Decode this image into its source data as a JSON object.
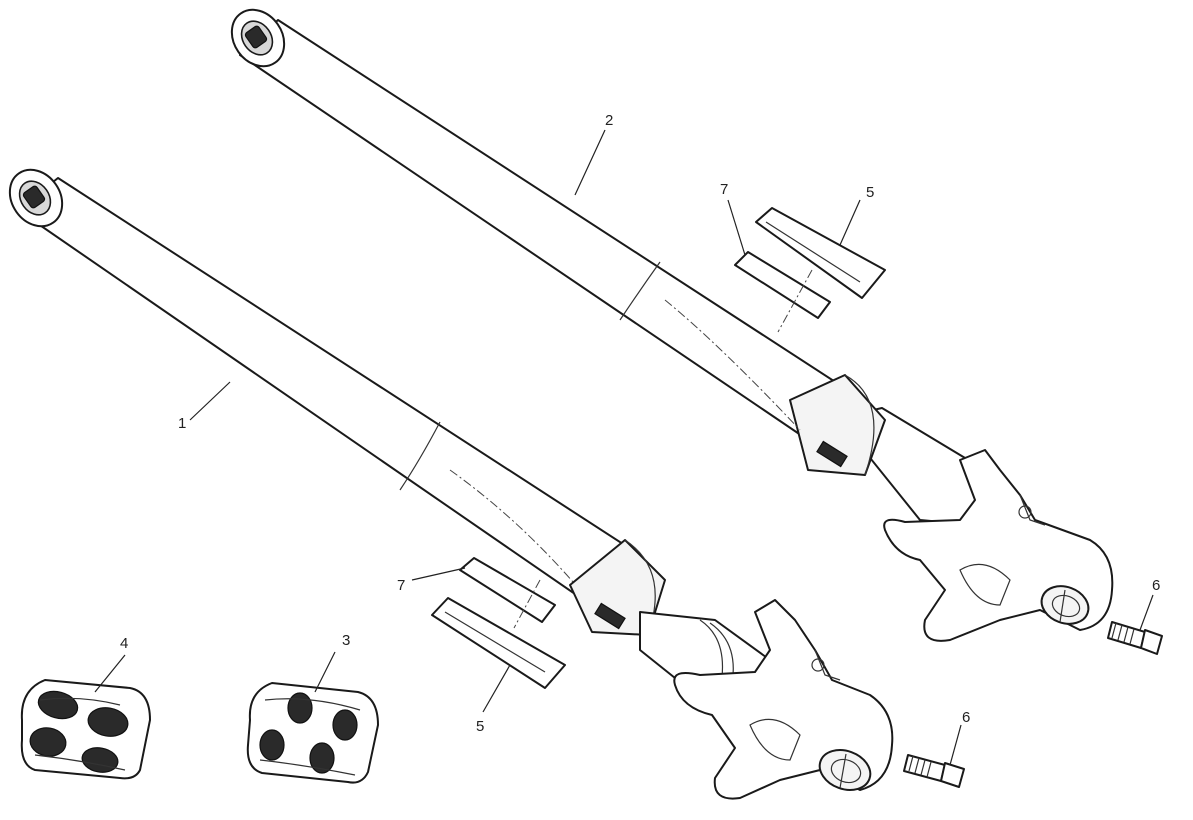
{
  "diagram": {
    "callouts": [
      {
        "id": "c1",
        "label": "1"
      },
      {
        "id": "c2",
        "label": "2"
      },
      {
        "id": "c3",
        "label": "3"
      },
      {
        "id": "c4",
        "label": "4"
      },
      {
        "id": "c5a",
        "label": "5"
      },
      {
        "id": "c5b",
        "label": "5"
      },
      {
        "id": "c6a",
        "label": "6"
      },
      {
        "id": "c6b",
        "label": "6"
      },
      {
        "id": "c7a",
        "label": "7"
      },
      {
        "id": "c7b",
        "label": "7"
      }
    ]
  }
}
